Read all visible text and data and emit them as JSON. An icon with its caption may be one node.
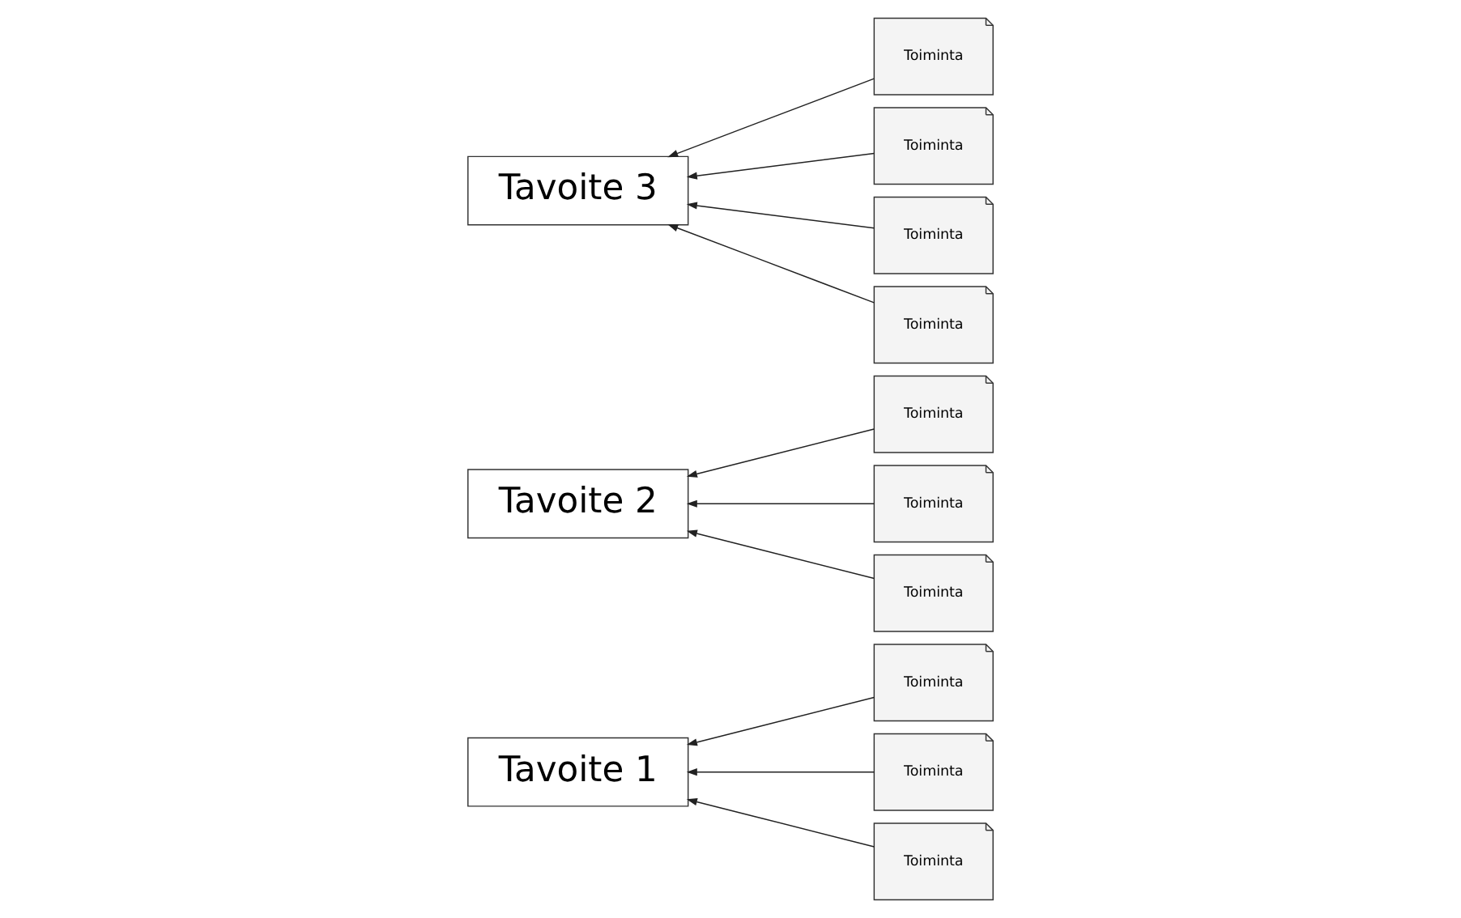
{
  "diagram": {
    "nodes": [
      {
        "text": [
          "Tavoite 1"
        ]
      },
      {
        "text": [
          "Toiminta"
        ]
      },
      {
        "text": [
          "Toiminta"
        ]
      },
      {
        "text": [
          "Toiminta"
        ]
      },
      {
        "text": [
          "Tavoite 2"
        ]
      },
      {
        "text": [
          "Toiminta"
        ]
      },
      {
        "text": [
          "Toiminta"
        ]
      },
      {
        "text": [
          "Toiminta"
        ]
      },
      {
        "text": [
          "Tavoite 3"
        ]
      },
      {
        "text": [
          "Toiminta"
        ]
      },
      {
        "text": [
          "Toiminta"
        ]
      },
      {
        "text": [
          "Toiminta"
        ]
      },
      {
        "text": [
          "Toiminta"
        ]
      }
    ],
    "edges": [
      {
        "from": 1,
        "to": 0,
        "arrow": "to"
      },
      {
        "from": 2,
        "to": 0,
        "arrow": "to"
      },
      {
        "from": 3,
        "to": 0,
        "arrow": "to"
      },
      {
        "from": 5,
        "to": 4,
        "arrow": "to"
      },
      {
        "from": 6,
        "to": 4,
        "arrow": "to"
      },
      {
        "from": 7,
        "to": 4,
        "arrow": "to"
      },
      {
        "from": 9,
        "to": 8,
        "arrow": "to"
      },
      {
        "from": 10,
        "to": 8,
        "arrow": "to"
      },
      {
        "from": 11,
        "to": 8,
        "arrow": "to"
      },
      {
        "from": 12,
        "to": 8,
        "arrow": "to"
      }
    ]
  }
}
